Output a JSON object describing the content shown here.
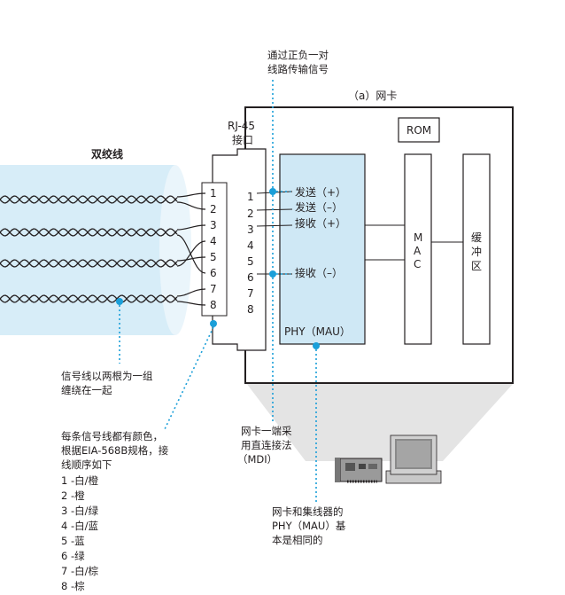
{
  "annotations": {
    "top_callout": [
      "通过正负一对",
      "线路传输信号"
    ],
    "nic_title": "（a）网卡",
    "rj45": [
      "RJ-45",
      "接口"
    ],
    "twisted_pair": "双绞线",
    "signal_note": [
      "信号线以两根为一组",
      "缠绕在一起"
    ],
    "mdi_note": [
      "网卡一端采",
      "用直连接法",
      "（MDI）"
    ],
    "phy_note": [
      "网卡和集线器的",
      "PHY（MAU）基",
      "本是相同的"
    ],
    "color_note": [
      "每条信号线都有颜色，",
      "根据EIA-568B规格，接",
      "线顺序如下"
    ],
    "color_order": [
      "1 -白/橙",
      "2 -橙",
      "3 -白/绿",
      "4 -白/蓝",
      "5 -蓝",
      "6 -绿",
      "7 -白/棕",
      "8 -棕"
    ]
  },
  "connector": {
    "cable_pins": [
      "1",
      "2",
      "3",
      "4",
      "5",
      "6",
      "7",
      "8"
    ],
    "jack_pins": [
      "1",
      "2",
      "3",
      "4",
      "5",
      "6",
      "7",
      "8"
    ]
  },
  "nic": {
    "rom": "ROM",
    "phy_label": "PHY（MAU）",
    "signals": [
      "发送（+）",
      "发送（–）",
      "接收（+）",
      "接收（–）"
    ],
    "mac": [
      "M",
      "A",
      "C"
    ],
    "buffer": [
      "缓",
      "冲",
      "区"
    ]
  },
  "colors": {
    "phy_fill": "#cfe8f5",
    "cable_fill": "#d7edf8",
    "callout_blue": "#1a9fd9",
    "line": "#231f20",
    "shadow": "#e4e4e4"
  }
}
